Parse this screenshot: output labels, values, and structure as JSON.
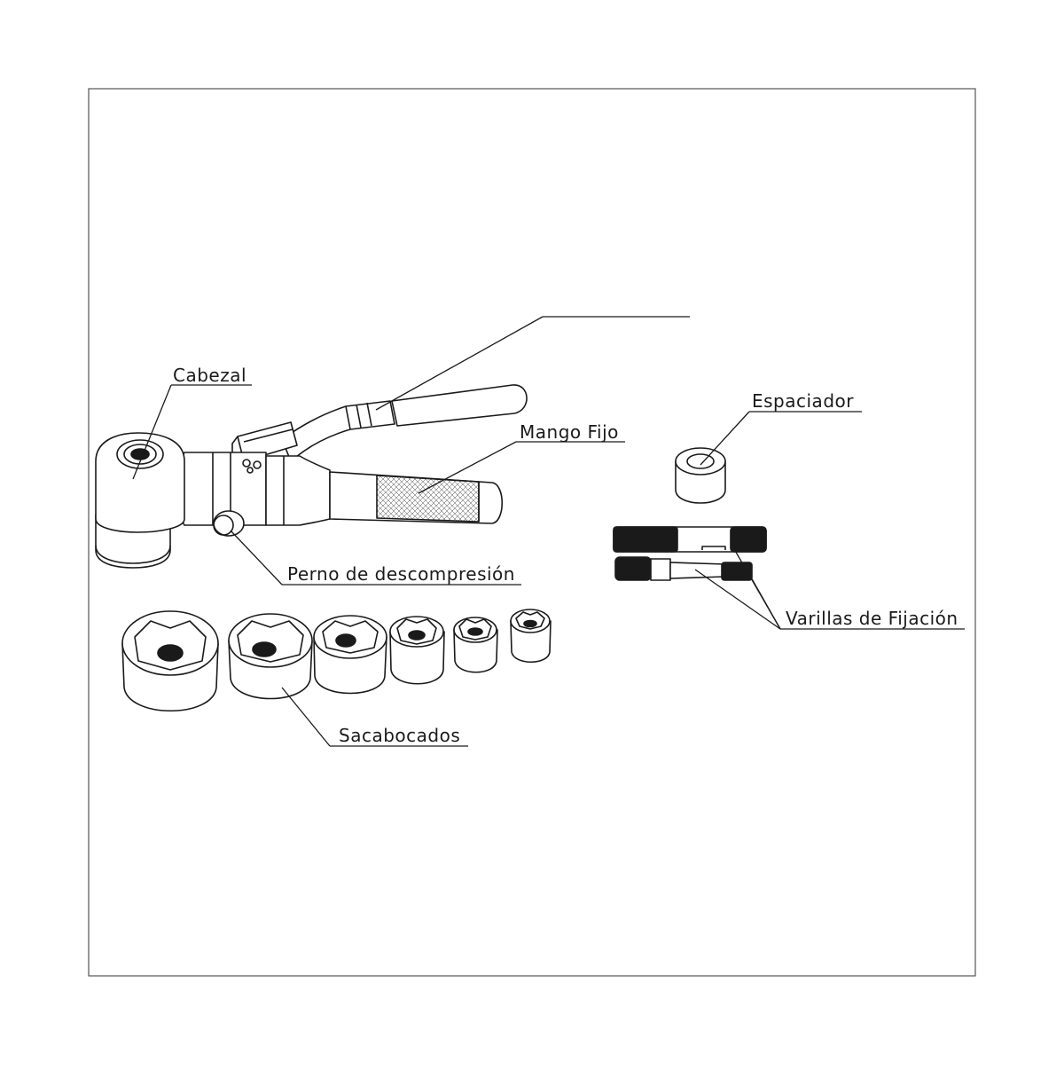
{
  "diagram": {
    "labels": {
      "cabezal": "Cabezal",
      "mango_fijo": "Mango Fijo",
      "perno": "Perno de descompresión",
      "espaciador": "Espaciador",
      "varillas": "Varillas de Fijación",
      "sacabocados": "Sacabocados",
      "handle_callout": ""
    },
    "colors": {
      "line": "#1a1a1a",
      "frame": "#555555",
      "fill_dark": "#1a1a1a",
      "fill_light": "#ffffff"
    }
  }
}
